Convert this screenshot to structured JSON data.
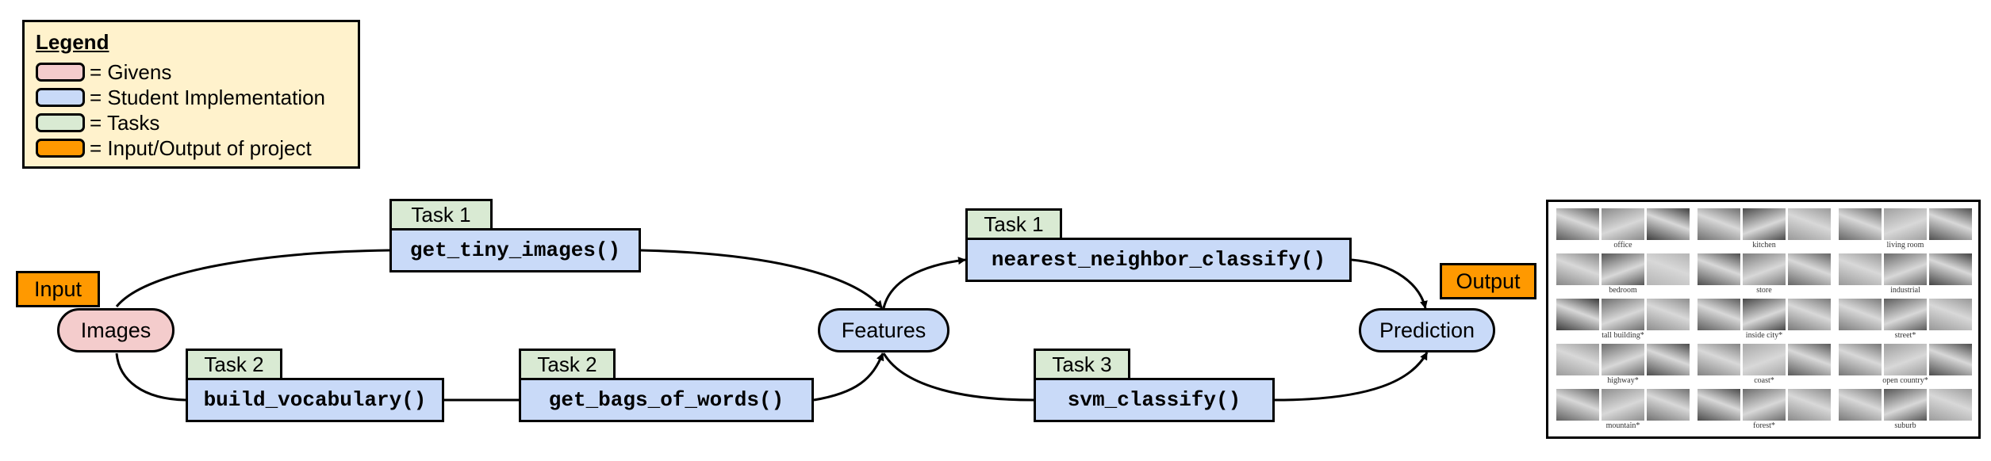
{
  "legend": {
    "title": "Legend",
    "items": [
      {
        "label": "= Givens",
        "color": "#f4cccc"
      },
      {
        "label": "= Student Implementation",
        "color": "#c9daf8"
      },
      {
        "label": "= Tasks",
        "color": "#d9ead3"
      },
      {
        "label": "= Input/Output of project",
        "color": "#ff9900"
      }
    ]
  },
  "io": {
    "input": "Input",
    "output": "Output"
  },
  "nodes": {
    "images": "Images",
    "features": "Features",
    "prediction": "Prediction"
  },
  "blocks": {
    "tiny": {
      "task": "Task 1",
      "func": "get_tiny_images()"
    },
    "vocab": {
      "task": "Task 2",
      "func": "build_vocabulary()"
    },
    "bags": {
      "task": "Task 2",
      "func": "get_bags_of_words()"
    },
    "nn": {
      "task": "Task 1",
      "func": "nearest_neighbor_classify()"
    },
    "svm": {
      "task": "Task 3",
      "func": "svm_classify()"
    }
  },
  "categories": [
    "office",
    "kitchen",
    "living room",
    "bedroom",
    "store",
    "industrial",
    "tall building*",
    "inside city*",
    "street*",
    "highway*",
    "coast*",
    "open country*",
    "mountain*",
    "forest*",
    "suburb"
  ],
  "colors": {
    "givens": "#f4cccc",
    "student": "#c9daf8",
    "tasks": "#d9ead3",
    "io": "#ff9900",
    "legend_bg": "#fff2cc"
  }
}
